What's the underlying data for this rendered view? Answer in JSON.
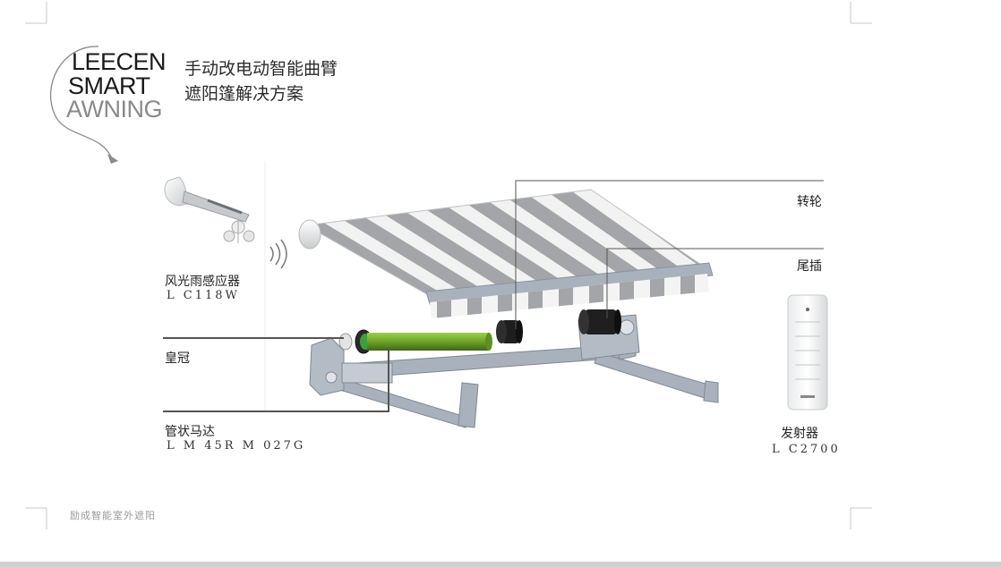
{
  "logo": {
    "line1": "LEECEN",
    "line2": "SMART",
    "line3": "AWNING"
  },
  "heading": {
    "line1": "手动改电动智能曲臂",
    "line2": "遮阳篷解决方案"
  },
  "labels": {
    "sensor": {
      "name": "风光雨感应器",
      "model": "L C118W"
    },
    "crown": {
      "name": "皇冠"
    },
    "motor": {
      "name": "管状马达",
      "model": "L M 45R M 027G"
    },
    "wheel": {
      "name": "转轮"
    },
    "end_plug": {
      "name": "尾插"
    },
    "remote": {
      "name": "发射器",
      "model": "L C2700"
    }
  },
  "footer": {
    "text": "励成智能室外遮阳"
  },
  "colors": {
    "stripe_gray": "#a3a5a8",
    "stripe_white": "#f2f2f2",
    "motor_green": "#6fa32a",
    "frame": "#a9b2bc"
  }
}
